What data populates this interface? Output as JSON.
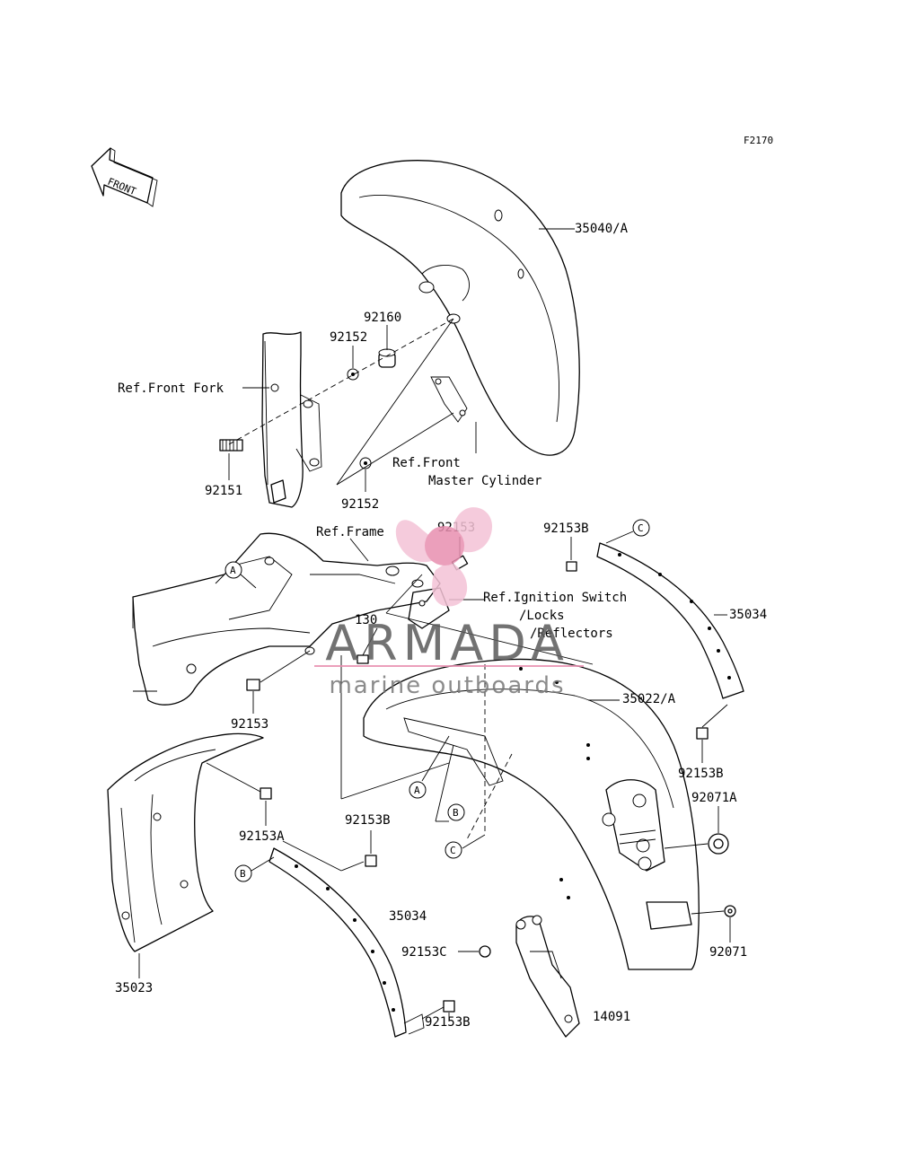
{
  "figure_code": "F2170",
  "front_arrow_label": "FRONT",
  "labels": {
    "p35040A": "35040/A",
    "p92160": "92160",
    "p92152_top": "92152",
    "ref_front_fork": "Ref.Front Fork",
    "p92151": "92151",
    "p92152_bottom": "92152",
    "ref_front_master_1": "Ref.Front",
    "ref_front_master_2": "Master Cylinder",
    "ref_frame": "Ref.Frame",
    "p92153_top": "92153",
    "p92153B_top": "92153B",
    "ref_ignition_1": "Ref.Ignition Switch",
    "ref_ignition_2": "/Locks",
    "ref_ignition_3": "/Reflectors",
    "p130": "130",
    "p35034_right": "35034",
    "p35022A": "35022/A",
    "p92153_mid": "92153",
    "p92153B_right": "92153B",
    "p92071A": "92071A",
    "p92153A": "92153A",
    "p92153B_mid": "92153B",
    "p35034_mid": "35034",
    "p92153C": "92153C",
    "p92071": "92071",
    "p14091": "14091",
    "p35023": "35023",
    "p92153B_bottom": "92153B"
  },
  "callouts": {
    "a_frame": "A",
    "a_fender": "A",
    "b_fender": "B",
    "b_left": "B",
    "c_top": "C",
    "c_fender": "C"
  },
  "watermark": {
    "brand": "ARMADA",
    "tagline": "marine outboards",
    "colors": {
      "logo_pink": "#e88fb0",
      "logo_pink_light": "#f4c3d6",
      "text_gray": "#5a5a5a"
    }
  }
}
